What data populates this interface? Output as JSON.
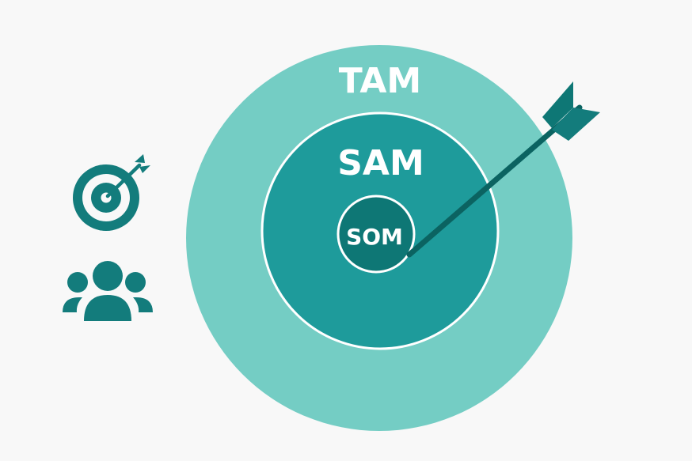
{
  "diagram": {
    "title": "TAM SAM SOM market sizing target",
    "rings": [
      {
        "id": "tam",
        "label": "TAM",
        "color": "#74cdc4"
      },
      {
        "id": "sam",
        "label": "SAM",
        "color": "#1e9b9b"
      },
      {
        "id": "som",
        "label": "SOM",
        "color": "#0e7775"
      }
    ],
    "arrow_color": "#0e7775",
    "arrow_shaft_color": "#0b6361",
    "ring_border_color": "#ffffff",
    "side_icons": [
      {
        "name": "target-with-arrow-icon",
        "color": "#137c7c"
      },
      {
        "name": "people-group-icon",
        "color": "#137c7c"
      }
    ]
  }
}
